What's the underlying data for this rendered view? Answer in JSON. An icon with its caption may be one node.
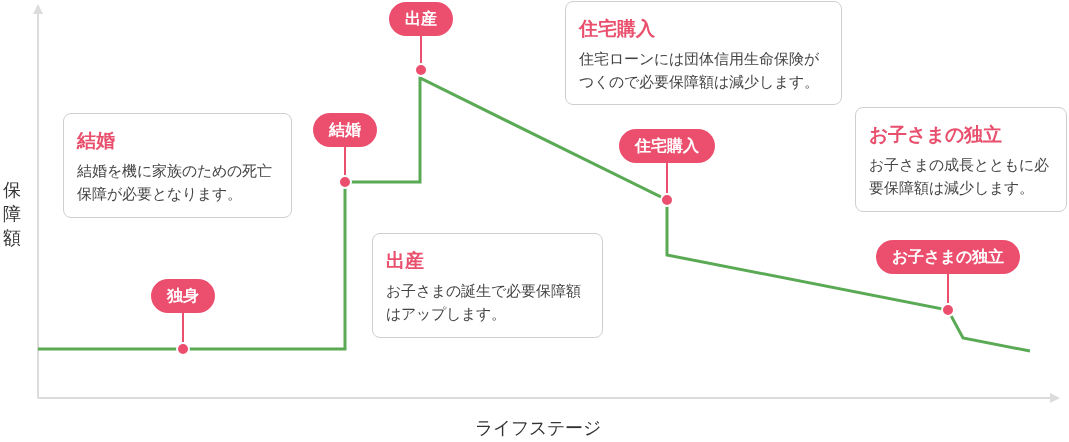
{
  "diagram": {
    "nodes": [
      {
        "text": [
          "出産"
        ]
      },
      {
        "text": [],
        "shape": "circle"
      },
      {
        "text": [
          "住宅購入",
          "住宅ローンには団体信用生命保険がつくので必要保障額は減少します。"
        ]
      },
      {
        "text": [
          "結婚",
          "結婚を機に家族のための死亡保障が必要となります。"
        ]
      },
      {
        "text": [
          "結婚"
        ]
      },
      {
        "text": [],
        "shape": "circle"
      },
      {
        "text": [
          "お子さまの独立",
          "お子さまの成長とともに必要保障額は減少します。"
        ]
      },
      {
        "text": [
          "住宅購入"
        ]
      },
      {
        "text": [],
        "shape": "circle"
      },
      {
        "text": [
          "出産",
          "お子さまの誕生で必要保障額はアップします。"
        ]
      },
      {
        "text": [
          "お子さまの独立"
        ]
      },
      {
        "text": [
          "独身"
        ]
      },
      {
        "text": [],
        "shape": "circle"
      },
      {
        "text": [],
        "shape": "circle"
      }
    ],
    "edges": [
      {
        "from": 0,
        "to": 1,
        "arrow": "none"
      },
      {
        "from": 4,
        "to": 5,
        "arrow": "none"
      },
      {
        "from": 7,
        "to": 8,
        "arrow": "none"
      },
      {
        "from": 10,
        "to": 13,
        "arrow": "none"
      },
      {
        "from": 11,
        "to": 12,
        "arrow": "none"
      }
    ],
    "labels": [
      "保障額",
      "ライフステージ"
    ]
  }
}
